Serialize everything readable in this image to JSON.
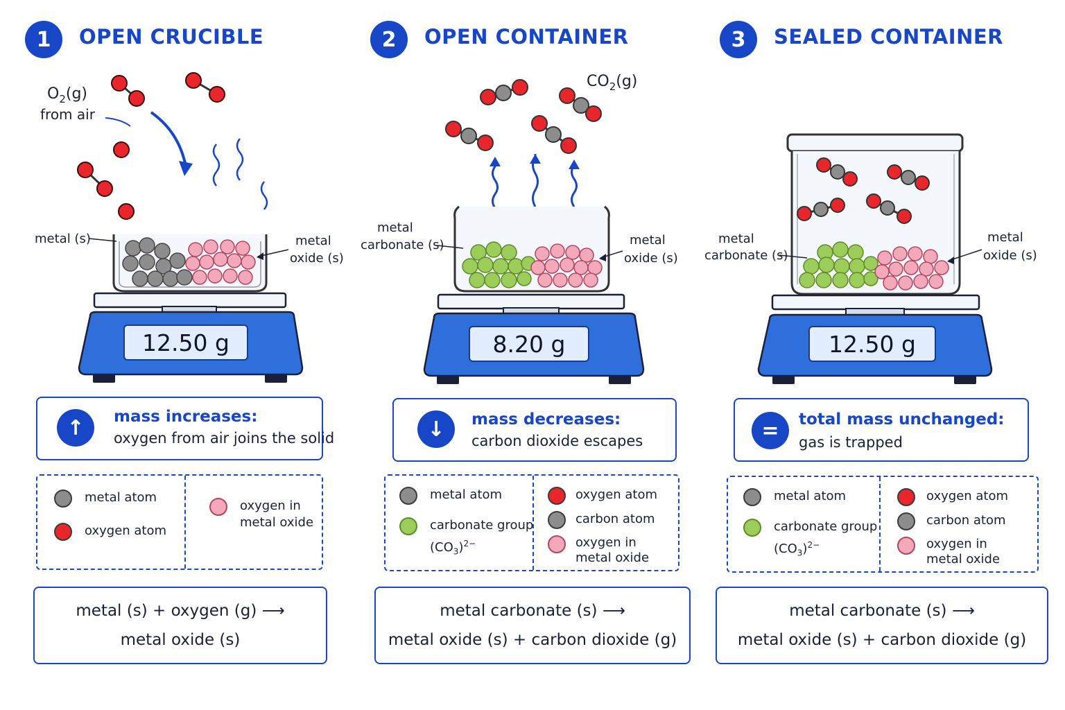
{
  "colors": {
    "accent": "#1747c6",
    "metal_atom": "#8d8d8d",
    "oxygen_atom": "#e8262c",
    "oxygen_in_oxide": "#f4a9ba",
    "carbonate_group": "#9ccc59",
    "scale_body": "#2f6fdc",
    "readout_bg": "#e2edff"
  },
  "panels": [
    {
      "number": "1",
      "title": "OPEN CRUCIBLE",
      "gas_label_main": "O",
      "gas_label_sub": "2",
      "gas_label_tail": "(g)",
      "gas_label_note": "from air",
      "label_left": "metal (s)",
      "label_right_1": "metal",
      "label_right_2": "oxide (s)",
      "readout": "12.50 g",
      "result_icon": "up-arrow",
      "result_icon_glyph": "↑",
      "result_heading": "mass increases:",
      "result_text": "oxygen from air joins the solid",
      "legend": {
        "left": [
          {
            "icon": "metal-atom",
            "label": "metal atom"
          },
          {
            "icon": "oxygen-atom",
            "label": "oxygen atom"
          }
        ],
        "right": [
          {
            "icon": "oxide-oxygen",
            "label": "oxygen in\nmetal oxide"
          }
        ]
      },
      "equation_line1": "metal (s) + oxygen (g) ⟶",
      "equation_line2": "metal oxide (s)"
    },
    {
      "number": "2",
      "title": "OPEN CONTAINER",
      "gas_label_main": "CO",
      "gas_label_sub": "2",
      "gas_label_tail": "(g)",
      "label_left_1": "metal",
      "label_left_2": "carbonate (s)",
      "label_right_1": "metal",
      "label_right_2": "oxide (s)",
      "readout": "8.20 g",
      "result_icon": "down-arrow",
      "result_icon_glyph": "↓",
      "result_heading": "mass decreases:",
      "result_text": "carbon dioxide escapes",
      "legend": {
        "left": [
          {
            "icon": "metal-atom",
            "label": "metal atom"
          },
          {
            "icon": "carbonate-group",
            "label": "carbonate group"
          }
        ],
        "carbonate_formula": "(CO",
        "carbonate_sub": "3",
        "carbonate_close": ")",
        "carbonate_sup": "2−",
        "right": [
          {
            "icon": "oxygen-atom",
            "label": "oxygen atom"
          },
          {
            "icon": "carbon-atom",
            "label": "carbon atom"
          },
          {
            "icon": "oxide-oxygen",
            "label": "oxygen in\nmetal oxide"
          }
        ]
      },
      "equation_line1": "metal carbonate (s) ⟶",
      "equation_line2": "metal oxide (s) + carbon dioxide (g)"
    },
    {
      "number": "3",
      "title": "SEALED CONTAINER",
      "label_left_1": "metal",
      "label_left_2": "carbonate (s)",
      "label_right_1": "metal",
      "label_right_2": "oxide (s)",
      "readout": "12.50 g",
      "result_icon": "equals-sign",
      "result_icon_glyph": "=",
      "result_heading": "total mass unchanged:",
      "result_text": "gas is trapped",
      "legend": {
        "left": [
          {
            "icon": "metal-atom",
            "label": "metal atom"
          },
          {
            "icon": "carbonate-group",
            "label": "carbonate group"
          }
        ],
        "carbonate_formula": "(CO",
        "carbonate_sub": "3",
        "carbonate_close": ")",
        "carbonate_sup": "2−",
        "right": [
          {
            "icon": "oxygen-atom",
            "label": "oxygen atom"
          },
          {
            "icon": "carbon-atom",
            "label": "carbon atom"
          },
          {
            "icon": "oxide-oxygen",
            "label": "oxygen in\nmetal oxide"
          }
        ]
      },
      "equation_line1": "metal  carbonate (s) ⟶",
      "equation_line2": "metal oxide (s) + carbon dioxide (g)"
    }
  ]
}
